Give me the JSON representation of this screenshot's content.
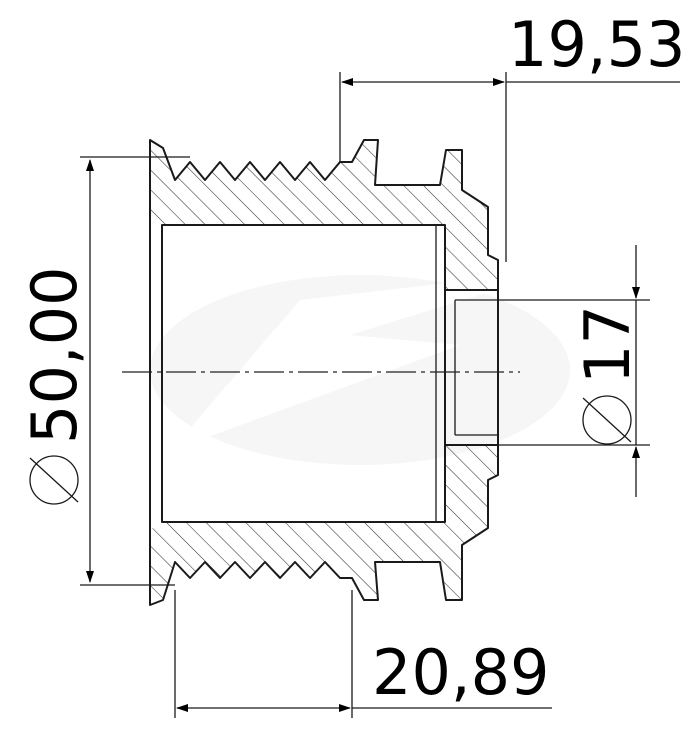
{
  "dimensions": {
    "outer_diameter": "50,00",
    "bore_diameter": "17",
    "hub_length": "19,53",
    "groove_length": "20,89"
  },
  "colors": {
    "line": "#1a1a1a",
    "watermark": "#eeeeee",
    "background": "#ffffff"
  }
}
